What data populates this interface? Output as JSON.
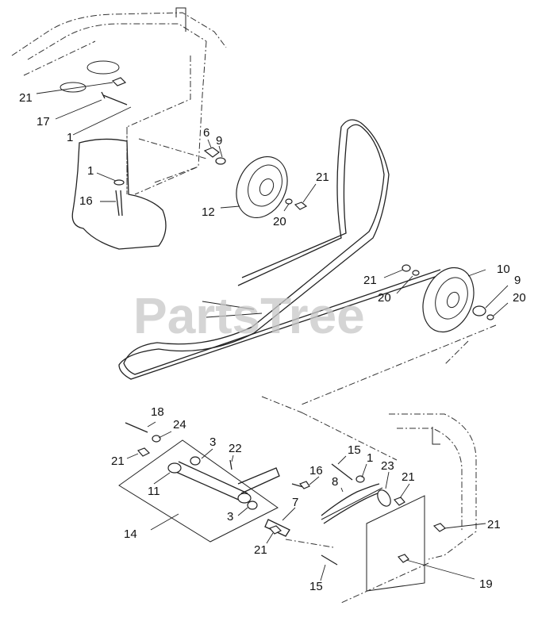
{
  "watermark": "PartsTree",
  "callouts": {
    "c21_top": "21",
    "c17": "17",
    "c1_a": "1",
    "c1_b": "1",
    "c16_top": "16",
    "c6": "6",
    "c9_top": "9",
    "c21_pulley": "21",
    "c12": "12",
    "c20_pulley": "20",
    "c10": "10",
    "c21_mid": "21",
    "c20_mid": "20",
    "c9_right": "9",
    "c20_right": "20",
    "c18": "18",
    "c24": "24",
    "c21_left": "21",
    "c3_a": "3",
    "c22": "22",
    "c11": "11",
    "c15_top": "15",
    "c1_bottom": "1",
    "c16_bottom": "16",
    "c8": "8",
    "c23": "23",
    "c21_bracket": "21",
    "c7": "7",
    "c3_b": "3",
    "c14": "14",
    "c21_bottom": "21",
    "c21_frame": "21",
    "c15_bottom": "15",
    "c19": "19"
  }
}
